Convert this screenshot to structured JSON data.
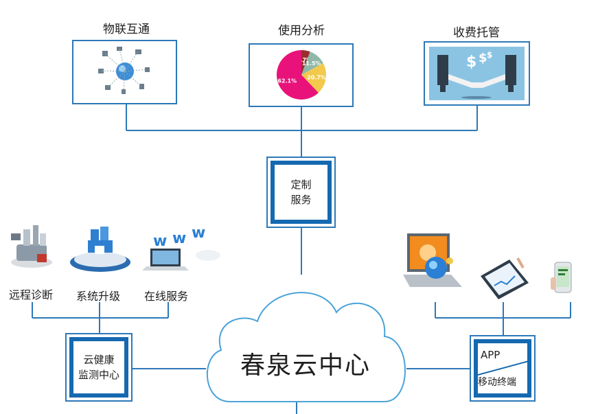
{
  "top_nodes": [
    {
      "label": "物联互通"
    },
    {
      "label": "使用分析"
    },
    {
      "label": "收费托管"
    }
  ],
  "pie": {
    "slices": [
      {
        "label": "5.7%",
        "value": 5.7,
        "color": "#9b2d2d"
      },
      {
        "label": "11.5%",
        "value": 11.5,
        "color": "#8fb8a8"
      },
      {
        "label": "20.7%",
        "value": 20.7,
        "color": "#f2c94c"
      },
      {
        "label": "62.1%",
        "value": 62.1,
        "color": "#e9127a"
      }
    ]
  },
  "custom_service": {
    "line1": "定制",
    "line2": "服务"
  },
  "left_services": [
    {
      "label": "远程诊断"
    },
    {
      "label": "系统升级"
    },
    {
      "label": "在线服务"
    }
  ],
  "health_box": {
    "line1": "云健康",
    "line2": "监测中心"
  },
  "cloud_center": {
    "label": "春泉云中心"
  },
  "app_box": {
    "title": "APP",
    "subtitle": "移动终端"
  },
  "colors": {
    "line": "#2c78b8",
    "box_border": "#1569b0",
    "cloud": "#4aa3d8"
  }
}
